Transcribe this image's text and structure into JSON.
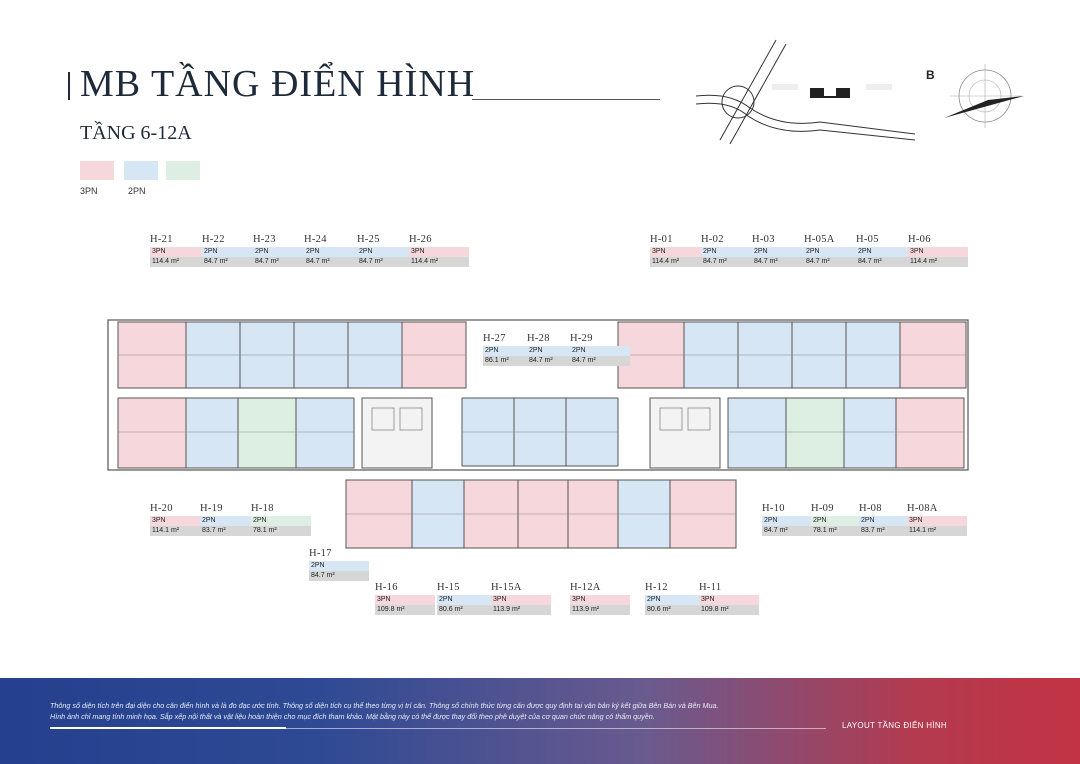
{
  "header": {
    "title": "MB TẦNG ĐIỂN HÌNH",
    "subtitle": "TẦNG 6-12A"
  },
  "legend": [
    {
      "label": "3PN",
      "color": "#f6d8dc"
    },
    {
      "label": "2PN",
      "color": "#d6e6f4"
    },
    {
      "label": "",
      "color": "#dcefe2"
    }
  ],
  "compass": {
    "label": "B"
  },
  "units": [
    {
      "code": "H-21",
      "type": "3PN",
      "area": "114.4 m²"
    },
    {
      "code": "H-22",
      "type": "2PN",
      "area": "84.7 m²"
    },
    {
      "code": "H-23",
      "type": "2PN",
      "area": "84.7 m²"
    },
    {
      "code": "H-24",
      "type": "2PN",
      "area": "84.7 m²"
    },
    {
      "code": "H-25",
      "type": "2PN",
      "area": "84.7 m²"
    },
    {
      "code": "H-26",
      "type": "3PN",
      "area": "114.4 m²"
    },
    {
      "code": "H-01",
      "type": "3PN",
      "area": "114.4 m²"
    },
    {
      "code": "H-02",
      "type": "2PN",
      "area": "84.7 m²"
    },
    {
      "code": "H-03",
      "type": "2PN",
      "area": "84.7 m²"
    },
    {
      "code": "H-05A",
      "type": "2PN",
      "area": "84.7 m²"
    },
    {
      "code": "H-05",
      "type": "2PN",
      "area": "84.7 m²"
    },
    {
      "code": "H-06",
      "type": "3PN",
      "area": "114.4 m²"
    },
    {
      "code": "H-27",
      "type": "2PN",
      "area": "86.1 m²"
    },
    {
      "code": "H-28",
      "type": "2PN",
      "area": "84.7 m²"
    },
    {
      "code": "H-29",
      "type": "2PN",
      "area": "84.7 m²"
    },
    {
      "code": "H-20",
      "type": "3PN",
      "area": "114.1 m²"
    },
    {
      "code": "H-19",
      "type": "2PN",
      "area": "83.7 m²"
    },
    {
      "code": "H-18",
      "type": "2PN",
      "area": "78.1 m²"
    },
    {
      "code": "H-17",
      "type": "2PN",
      "area": "84.7 m²"
    },
    {
      "code": "H-10",
      "type": "2PN",
      "area": "84.7 m²"
    },
    {
      "code": "H-09",
      "type": "2PN",
      "area": "78.1 m²"
    },
    {
      "code": "H-08",
      "type": "2PN",
      "area": "83.7 m²"
    },
    {
      "code": "H-08A",
      "type": "3PN",
      "area": "114.1 m²"
    },
    {
      "code": "H-16",
      "type": "3PN",
      "area": "109.8 m²"
    },
    {
      "code": "H-15",
      "type": "2PN",
      "area": "80.6 m²"
    },
    {
      "code": "H-15A",
      "type": "3PN",
      "area": "113.9 m²"
    },
    {
      "code": "H-12A",
      "type": "3PN",
      "area": "113.9 m²"
    },
    {
      "code": "H-12",
      "type": "2PN",
      "area": "80.6 m²"
    },
    {
      "code": "H-11",
      "type": "3PN",
      "area": "109.8 m²"
    }
  ],
  "footer": {
    "note_line1": "Thông số diện tích trên đại diện cho căn điển hình và là đo đạc ước tính. Thông số diện tích cụ thể theo từng vị trí căn. Thông số chính thức từng căn được quy định tại văn bản ký kết giữa Bên Bán và Bên Mua.",
    "note_line2": "Hình ảnh chỉ mang tính minh họa. Sắp xếp nội thất và vật liệu hoàn thiện cho mục đích tham khảo. Mặt bằng này có thể được thay đổi theo phê duyệt của cơ quan chức năng có thẩm quyền.",
    "label": "LAYOUT TẦNG ĐIỂN HÌNH"
  }
}
